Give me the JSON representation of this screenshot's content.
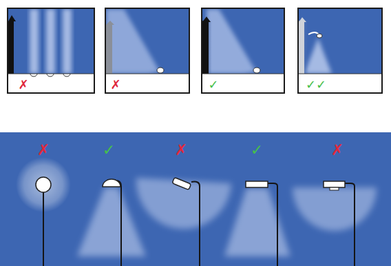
{
  "diagram": {
    "labels": [
      "✗",
      "✗",
      "✓",
      "✓✓",
      "✗",
      "✓",
      "✗",
      "✓",
      "✗"
    ]
  }
}
